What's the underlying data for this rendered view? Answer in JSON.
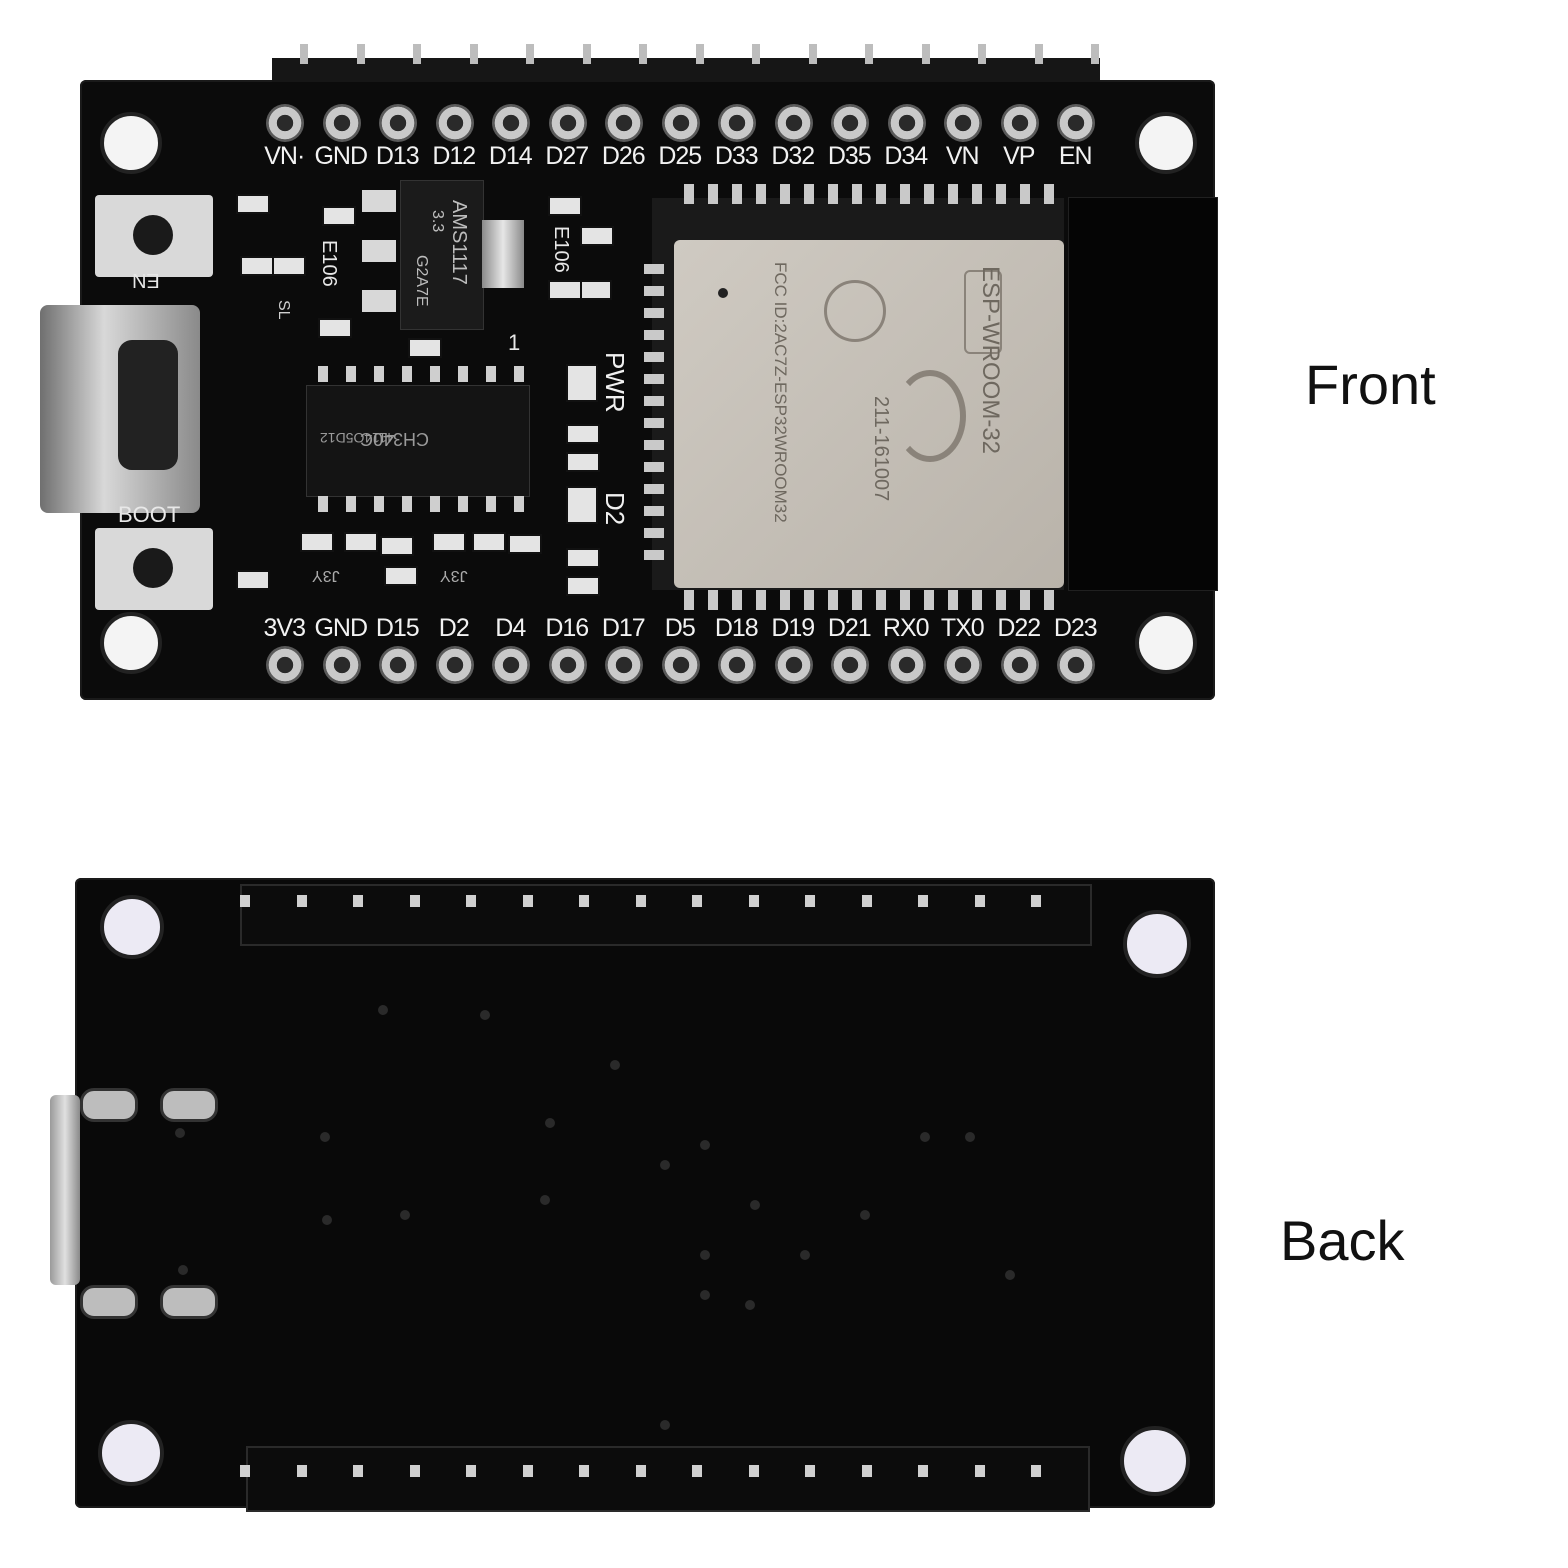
{
  "captions": {
    "front": "Front",
    "back": "Back"
  },
  "front_board": {
    "top_pin_labels": [
      "VN·",
      "GND",
      "D13",
      "D12",
      "D14",
      "D27",
      "D26",
      "D25",
      "D33",
      "D32",
      "D35",
      "D34",
      "VN",
      "VP",
      "EN"
    ],
    "bottom_pin_labels": [
      "3V3",
      "GND",
      "D15",
      "D2",
      "D4",
      "D16",
      "D17",
      "D5",
      "D18",
      "D19",
      "D21",
      "RX0",
      "TX0",
      "D22",
      "D23"
    ],
    "regulator_text": [
      "AMS1117",
      "3.3",
      "G2A7E"
    ],
    "usb_chip_text": "CH340C",
    "usb_chip_code": "4114O5D12",
    "module_text": [
      "ESP-WROOM-32",
      "FCC ID:2AC7Z-ESP32WROOM32",
      "211-161007"
    ],
    "silk_labels": {
      "pwr": "PWR",
      "d2": "D2",
      "en": "EN",
      "boot": "BOOT",
      "e106_left": "E106",
      "e106_right": "E106",
      "j3y_left": "J3Y",
      "j3y_right": "J3Y",
      "sl": "SL",
      "one": "1"
    }
  },
  "colors": {
    "board": "#0b0b0b",
    "module_shield": "#c8c2b9",
    "pin_metal": "#c9c9c9",
    "silk": "#f2f2f2"
  }
}
